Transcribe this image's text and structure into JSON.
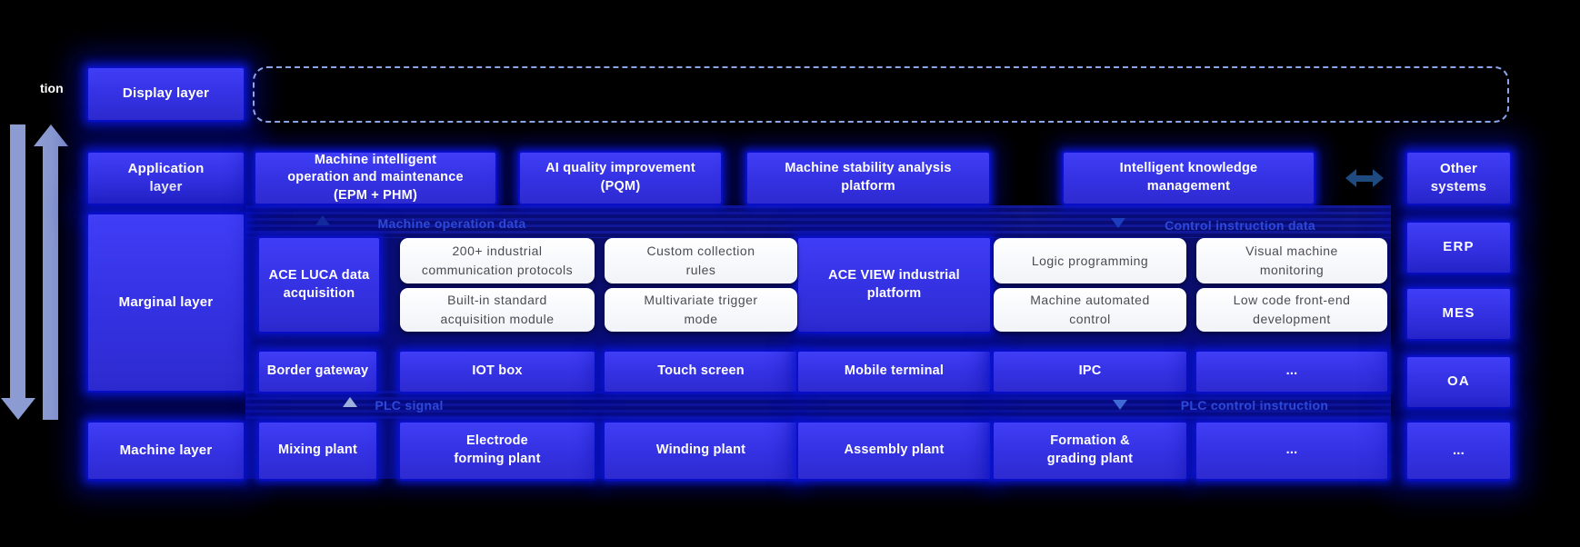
{
  "diagram": {
    "title_note": "Layered industrial architecture diagram",
    "cut_label": "tion",
    "left_rail": {
      "display": "Display layer",
      "application": "Application\nlayer",
      "marginal": "Marginal layer",
      "machine": "Machine layer"
    },
    "application_row": {
      "epm": "Machine intelligent\noperation and maintenance\n(EPM + PHM)",
      "pqm": "AI quality improvement\n(PQM)",
      "msa": "Machine stability analysis\nplatform",
      "ikm": "Intelligent knowledge\nmanagement"
    },
    "flow_labels": {
      "machine_operation_data": "Machine operation data",
      "control_instruction_data": "Control instruction data",
      "plc_signal": "PLC signal",
      "plc_control_instruction": "PLC control instruction"
    },
    "marginal_row": {
      "ace_luca": "ACE LUCA data\nacquisition",
      "protocols": "200+ industrial\ncommunication protocols",
      "builtin": "Built-in standard\nacquisition module",
      "custom_rules": "Custom collection\nrules",
      "multivariate": "Multivariate trigger\nmode",
      "ace_view": "ACE VIEW industrial\nplatform",
      "logic": "Logic programming",
      "machine_auto": "Machine automated\ncontrol",
      "visual": "Visual machine\nmonitoring",
      "low_code": "Low code front-end\ndevelopment"
    },
    "device_row": [
      "Border gateway",
      "IOT box",
      "Touch screen",
      "Mobile terminal",
      "IPC",
      "..."
    ],
    "machine_row": [
      "Mixing plant",
      "Electrode\nforming plant",
      "Winding plant",
      "Assembly plant",
      "Formation &\ngrading plant",
      "..."
    ],
    "right_rail": {
      "other_systems": "Other\nsystems",
      "erp": "ERP",
      "mes": "MES",
      "oa": "OA",
      "dots": "..."
    },
    "colors": {
      "background": "#000000",
      "box_blue": "#3431e2",
      "box_glow": "#0a16d0",
      "white_box": "#ffffff",
      "white_box_text": "#4b4b54",
      "band_navy": "#0c1186",
      "flow_label_blue": "#2e49d8",
      "dashed_frame": "#8ca4ea",
      "side_arrow": "#8c9cd2",
      "double_arrow": "#1e4a80"
    }
  }
}
